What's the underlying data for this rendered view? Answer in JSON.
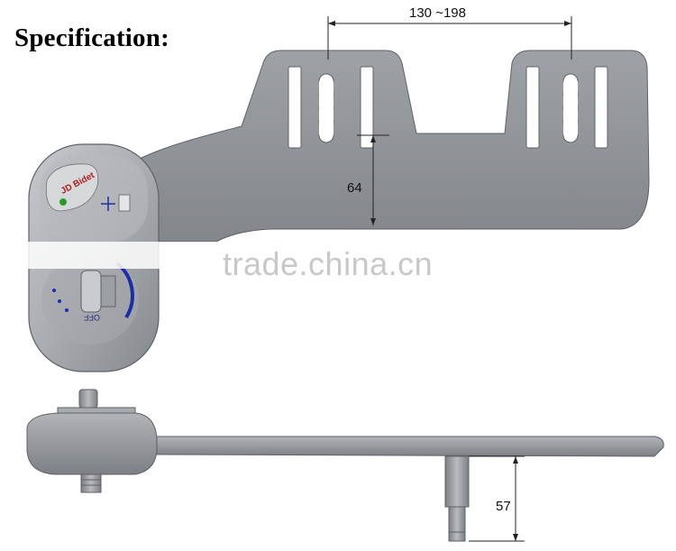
{
  "title": "Specification:",
  "dimensions": {
    "mount_spacing": "130 ~198",
    "bracket_height": "64",
    "nozzle_length": "57"
  },
  "watermark": "trade.china.cn",
  "product": {
    "brand_logo": "JD Bidet",
    "knob_label": "OFF"
  },
  "colors": {
    "body": "#8f9296",
    "body_dark": "#6f7276",
    "accent": "#1a2ea8"
  }
}
